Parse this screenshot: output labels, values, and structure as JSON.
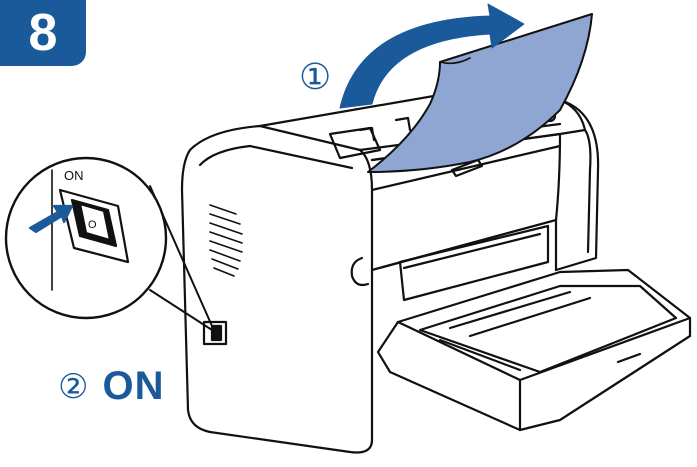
{
  "step": {
    "number": "8"
  },
  "labels": {
    "step1_marker": "①",
    "step2_marker": "②",
    "step2_text": "ON"
  },
  "switch_inset": {
    "on_label": "ON",
    "switch_mark": "O"
  },
  "colors": {
    "accent": "#1a5a9a",
    "paper": "#8fa6d2",
    "outline": "#111111",
    "background": "#ffffff"
  }
}
